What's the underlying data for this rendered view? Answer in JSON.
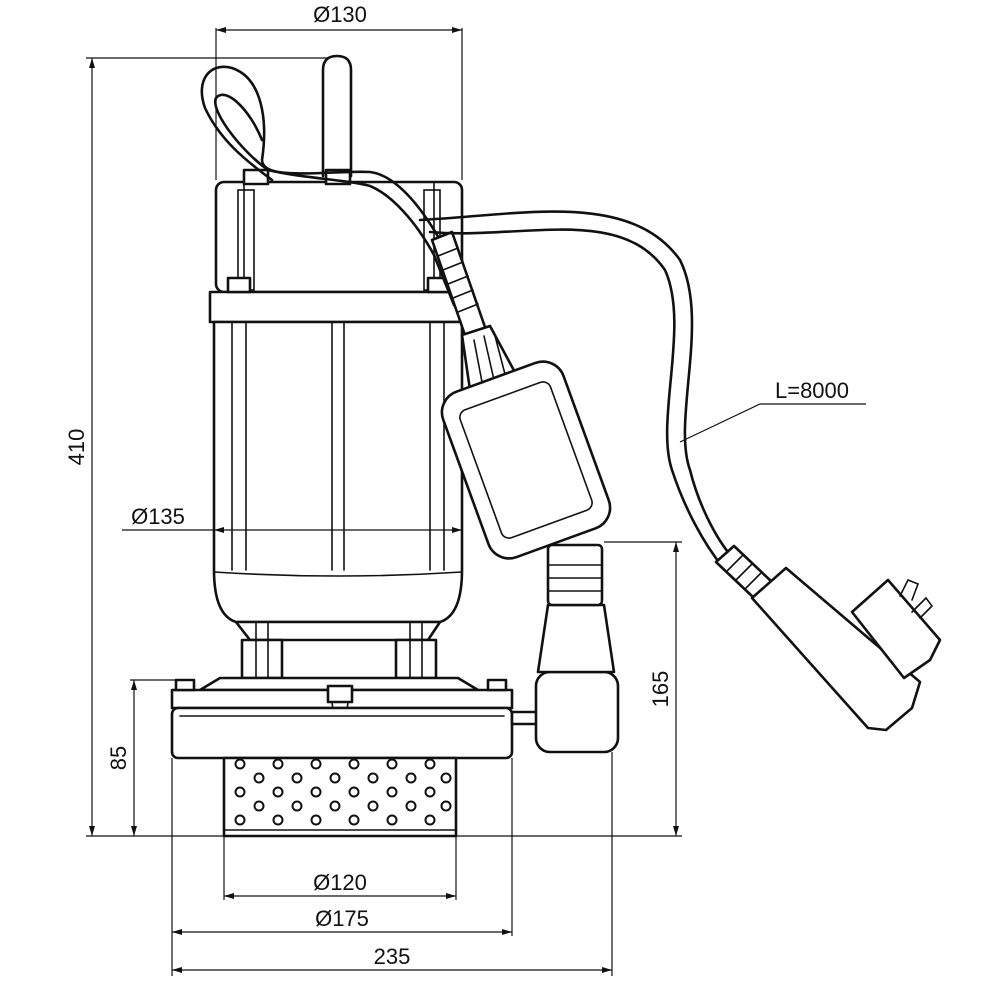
{
  "dimensions": {
    "top_diameter": "Ø130",
    "height_total": "410",
    "body_diameter": "Ø135",
    "cable_length": "L=8000",
    "outlet_height": "165",
    "base_height": "85",
    "strainer_diameter": "Ø120",
    "base_diameter": "Ø175",
    "overall_width": "235"
  }
}
